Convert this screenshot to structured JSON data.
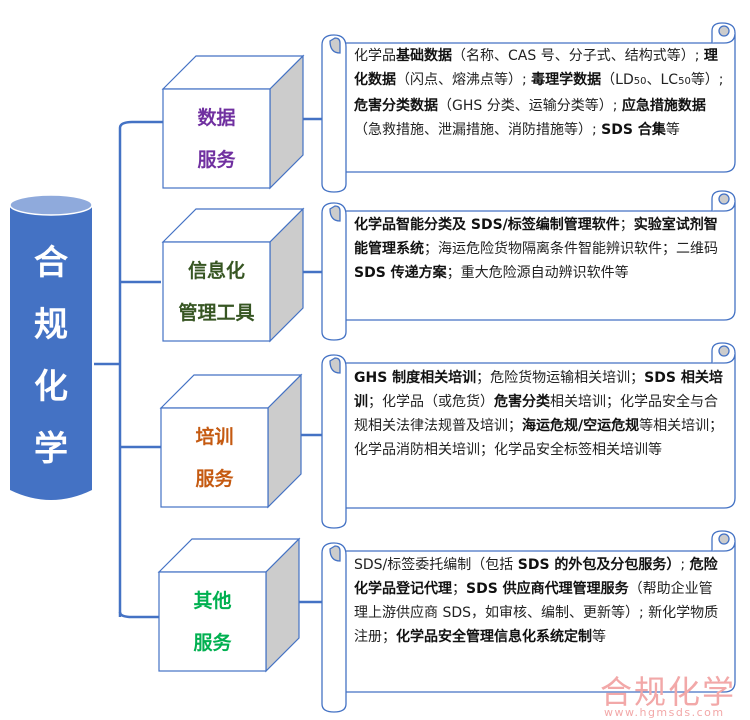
{
  "root": {
    "label": "合规化学",
    "chars": [
      "合",
      "规",
      "化",
      "学"
    ]
  },
  "colors": {
    "line": "#4472c4",
    "cylinder": "#4472c4",
    "cylinder_top": "#8faadc",
    "cube_side": "#cccccc"
  },
  "categories": [
    {
      "lines": [
        "数据",
        "服务"
      ],
      "color": "#7030a0",
      "segments": [
        [
          "化学品",
          0
        ],
        [
          "基础数据",
          1
        ],
        [
          "（名称、CAS 号、分子式、结构式等）; ",
          0
        ],
        [
          "理化数据",
          1
        ],
        [
          "（闪点、熔沸点等）; ",
          0
        ],
        [
          "毒理学数据",
          1
        ],
        [
          "（LD",
          0
        ],
        [
          "50",
          0
        ],
        [
          "、LC",
          0
        ],
        [
          "50",
          0
        ],
        [
          "等）; ",
          0
        ],
        [
          "危害分类数据",
          1
        ],
        [
          "（GHS 分类、运输分类等）; ",
          0
        ],
        [
          "应急措施数据",
          1
        ],
        [
          "（急救措施、泄漏措施、消防措施等）; ",
          0
        ],
        [
          "SDS 合集",
          1
        ],
        [
          "等",
          0
        ]
      ]
    },
    {
      "lines": [
        "信息化",
        "管理工具"
      ],
      "color": "#375623",
      "segments": [
        [
          "化学品智能分类及 SDS/标签编制管理软件",
          1
        ],
        [
          "；",
          0
        ],
        [
          "实验室试剂智能管理系统",
          1
        ],
        [
          "；海运危险货物隔离条件智能辨识软件；二维码 ",
          0
        ],
        [
          "SDS 传递方案",
          1
        ],
        [
          "；重大危险源自动辨识软件等",
          0
        ]
      ]
    },
    {
      "lines": [
        "培训",
        "服务"
      ],
      "color": "#c55a11",
      "segments": [
        [
          "GHS 制度相关培训",
          1
        ],
        [
          "；危险货物运输相关培训；",
          0
        ],
        [
          "SDS 相关培训",
          1
        ],
        [
          "；化学品（或危货）",
          0
        ],
        [
          "危害分类",
          1
        ],
        [
          "相关培训；化学品安全与合规相关法律法规普及培训；",
          0
        ],
        [
          "海运危规/空运危规",
          1
        ],
        [
          "等相关培训；化学品消防相关培训；化学品安全标签相关培训等",
          0
        ]
      ]
    },
    {
      "lines": [
        "其他",
        "服务"
      ],
      "color": "#00b050",
      "segments": [
        [
          "SDS/标签委托编制（包括 ",
          0
        ],
        [
          "SDS 的外包及分包服务）",
          1
        ],
        [
          "; ",
          0
        ],
        [
          "危险化学品登记代理",
          1
        ],
        [
          "；",
          0
        ],
        [
          "SDS 供应商代理管理服务",
          1
        ],
        [
          "（帮助企业管理上游供应商 SDS，如审核、编制、更新等）; 新化学物质注册；",
          0
        ],
        [
          "化学品安全管理信息化系统定制",
          1
        ],
        [
          "等",
          0
        ]
      ]
    }
  ],
  "watermark": {
    "text": "合规化学",
    "url": "www.hgmsds.com"
  }
}
